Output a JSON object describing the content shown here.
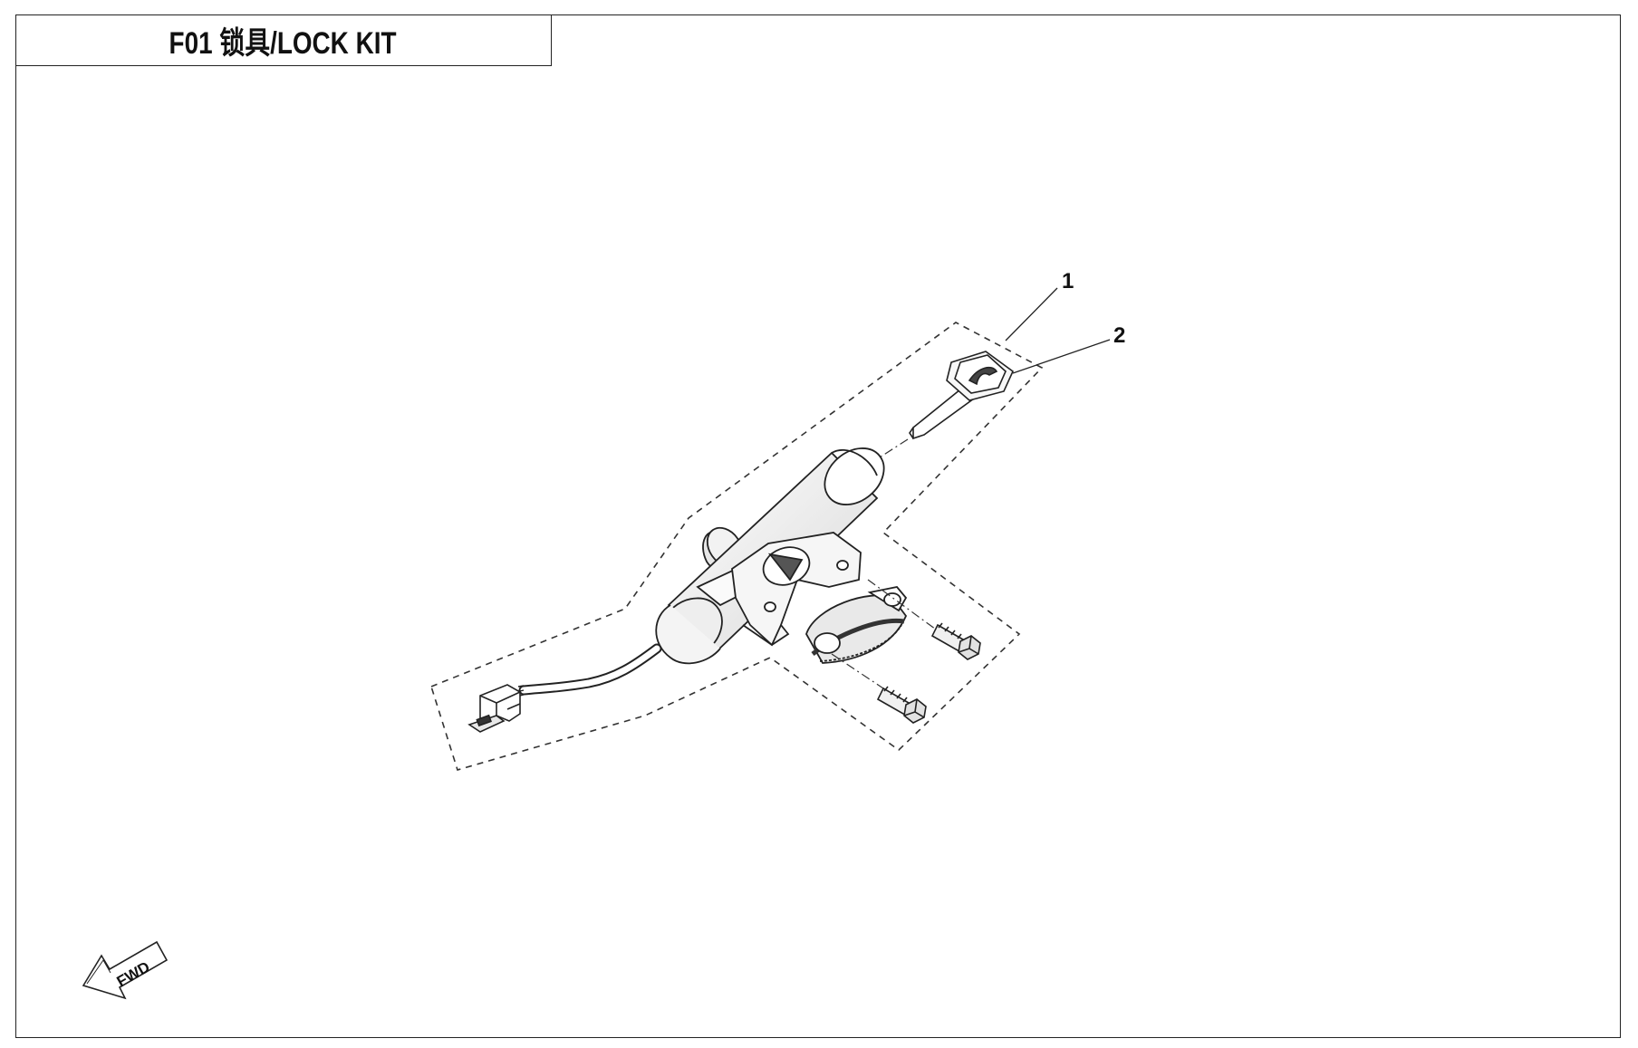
{
  "title": "F01 锁具/LOCK KIT",
  "callouts": [
    "1",
    "2"
  ],
  "direction_marker": "FWD",
  "icons": [
    "fwd-arrow-icon"
  ]
}
